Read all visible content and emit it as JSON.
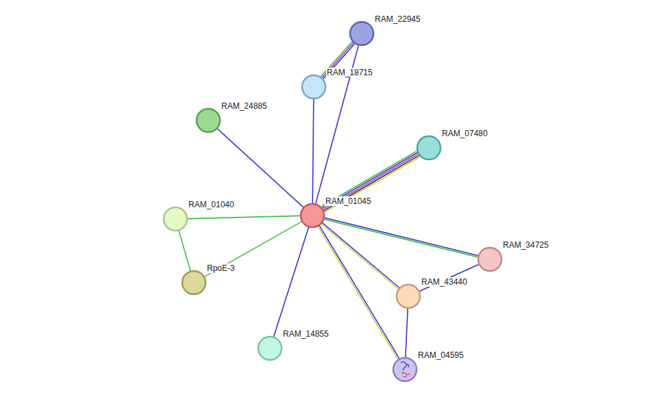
{
  "diagram": {
    "nodes": [
      {
        "text": [
          "RAM_22945"
        ]
      },
      {
        "text": [
          "RAM_18715"
        ]
      },
      {
        "text": [
          "RAM_24885"
        ]
      },
      {
        "text": [
          "RAM_07480"
        ]
      },
      {
        "text": [
          "RAM_01045"
        ]
      },
      {
        "text": [
          "RAM_01040"
        ]
      },
      {
        "text": [
          "RAM_34725"
        ]
      },
      {
        "text": [
          "RpoE-3"
        ]
      },
      {
        "text": [
          "RAM_43440"
        ]
      },
      {
        "text": [
          "RAM_14855"
        ]
      },
      {
        "text": [
          "RAM_04595"
        ]
      }
    ],
    "edges": [
      {
        "from": 1,
        "to": 0,
        "arrow": "none"
      },
      {
        "from": 4,
        "to": 0,
        "arrow": "none"
      },
      {
        "from": 4,
        "to": 1,
        "arrow": "none"
      },
      {
        "from": 4,
        "to": 2,
        "arrow": "none"
      },
      {
        "from": 4,
        "to": 3,
        "arrow": "none"
      },
      {
        "from": 4,
        "to": 5,
        "arrow": "none"
      },
      {
        "from": 4,
        "to": 7,
        "arrow": "none"
      },
      {
        "from": 5,
        "to": 7,
        "arrow": "none"
      },
      {
        "from": 4,
        "to": 6,
        "arrow": "none"
      },
      {
        "from": 4,
        "to": 8,
        "arrow": "none"
      },
      {
        "from": 4,
        "to": 10,
        "arrow": "none"
      },
      {
        "from": 4,
        "to": 9,
        "arrow": "none"
      },
      {
        "from": 8,
        "to": 6,
        "arrow": "none"
      },
      {
        "from": 8,
        "to": 10,
        "arrow": "none"
      }
    ]
  }
}
